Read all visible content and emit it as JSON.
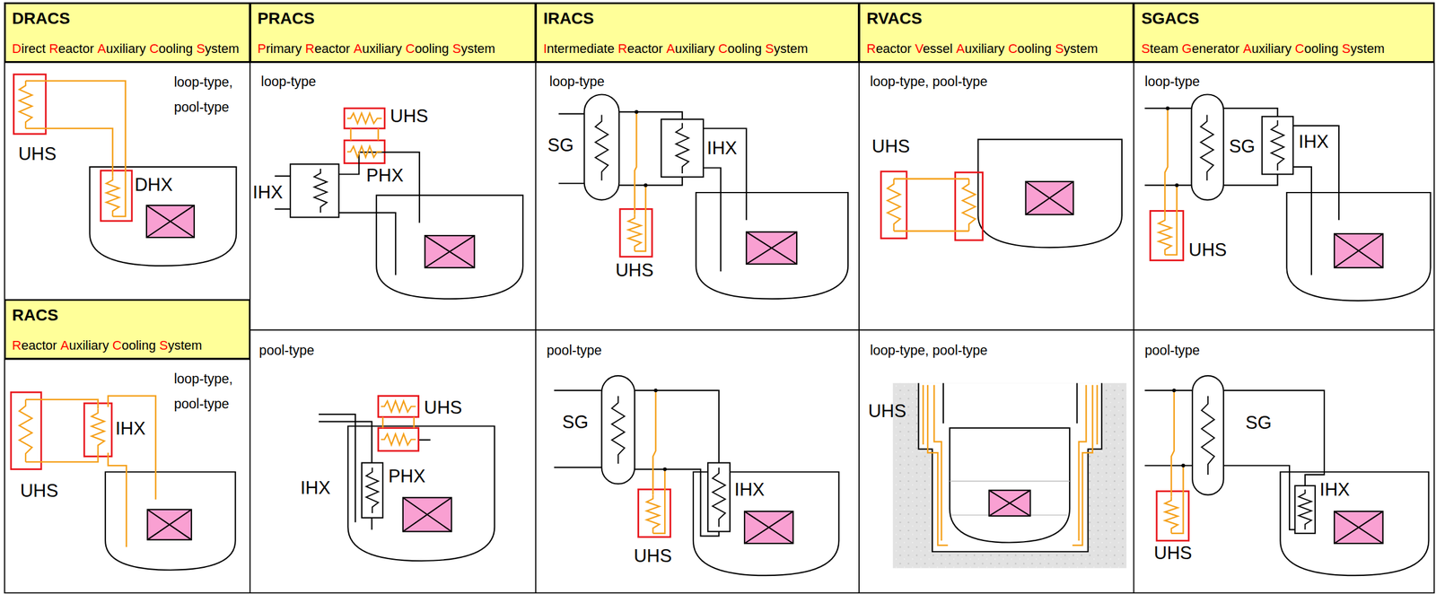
{
  "diagram": {
    "nodes": [
      {
        "text": [
          "DRACS",
          "Direct Reactor Auxiliary Cooling System"
        ]
      },
      {
        "text": [
          "PRACS",
          "Primary Reactor Auxiliary Cooling System"
        ]
      },
      {
        "text": [
          "IRACS",
          "Intermediate Reactor Auxiliary Cooling System"
        ]
      },
      {
        "text": [
          "RVACS",
          "Reactor Vessel Auxiliary Cooling System"
        ]
      },
      {
        "text": [
          "SGACS",
          "Steam Generator Auxiliary Cooling System"
        ]
      },
      {
        "text": [
          "RACS",
          "Reactor Auxiliary Cooling System"
        ]
      }
    ],
    "labels": [
      "loop-type, pool-type",
      "UHS",
      "DHX",
      "loop-type",
      "UHS",
      "PHX",
      "IHX",
      "loop-type",
      "SG",
      "IHX",
      "UHS",
      "loop-type, pool-type",
      "UHS",
      "loop-type",
      "SG",
      "IHX",
      "UHS",
      "loop-type, pool-type",
      "IHX",
      "UHS",
      "pool-type",
      "UHS",
      "IHX",
      "PHX",
      "pool-type",
      "SG",
      "IHX",
      "UHS",
      "loop-type, pool-type",
      "UHS",
      "pool-type",
      "SG",
      "IHX",
      "UHS"
    ]
  }
}
